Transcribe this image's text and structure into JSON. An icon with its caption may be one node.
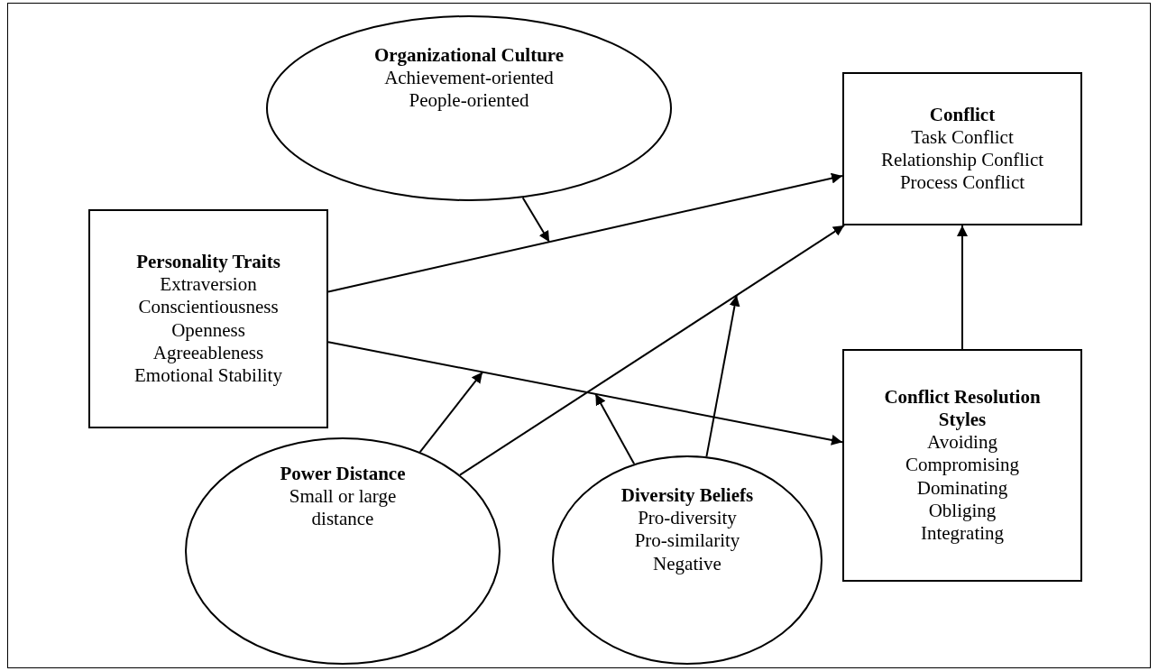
{
  "diagram": {
    "nodes": [
      {
        "text": [
          "Organizational Culture",
          "Achievement-oriented",
          "People-oriented"
        ]
      },
      {
        "text": [
          "Conflict",
          "Task Conflict",
          "Relationship Conflict",
          "Process Conflict"
        ]
      },
      {
        "text": [
          "Personality Traits",
          "Extraversion",
          "Conscientiousness",
          "Openness",
          "Agreeableness",
          "Emotional Stability"
        ]
      },
      {
        "text": [
          "Conflict Resolution Styles",
          "Avoiding",
          "Compromising",
          "Dominating",
          "Obliging",
          "Integrating"
        ]
      },
      {
        "text": [
          "Power Distance",
          "Small or large distance"
        ]
      },
      {
        "text": [
          "Diversity Beliefs",
          "Pro-diversity",
          "Pro-similarity",
          "Negative"
        ]
      }
    ],
    "edges": [
      {
        "from": 2,
        "to": 1,
        "arrow": "to"
      },
      {
        "from": 0,
        "to": null,
        "arrow": "to"
      },
      {
        "from": 2,
        "to": 3,
        "arrow": "to"
      },
      {
        "from": 4,
        "to": null,
        "arrow": "to"
      },
      {
        "from": 4,
        "to": 1,
        "arrow": "to"
      },
      {
        "from": 5,
        "to": null,
        "arrow": "to"
      },
      {
        "from": 5,
        "to": null,
        "arrow": "to"
      },
      {
        "from": 3,
        "to": 1,
        "arrow": "to"
      }
    ]
  }
}
